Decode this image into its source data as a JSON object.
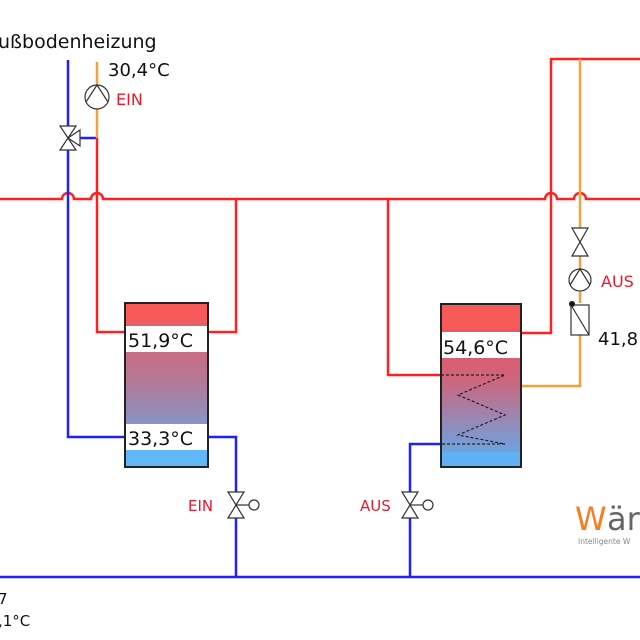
{
  "title": "ußbodenheizung",
  "heating_circuit": {
    "flow_temp": "30,4°C",
    "pump_state": "EIN"
  },
  "tank1": {
    "top_temp": "51,9°C",
    "bottom_temp": "33,3°C",
    "valve_state": "EIN"
  },
  "tank2": {
    "top_temp": "54,6°C",
    "valve_state": "AUS"
  },
  "solar": {
    "pump_state": "AUS",
    "temp": "41,8"
  },
  "bottom_left": {
    "line1": "7",
    "line2": ",1°C"
  },
  "logo": {
    "brand_w": "W",
    "brand_rest": "är",
    "tagline": "Intelligente W"
  },
  "colors": {
    "hot": "#ff2020",
    "cold": "#2020ff",
    "orange": "#f5a040",
    "label_red": "#e8182c",
    "logo_orange": "#f57f20"
  }
}
